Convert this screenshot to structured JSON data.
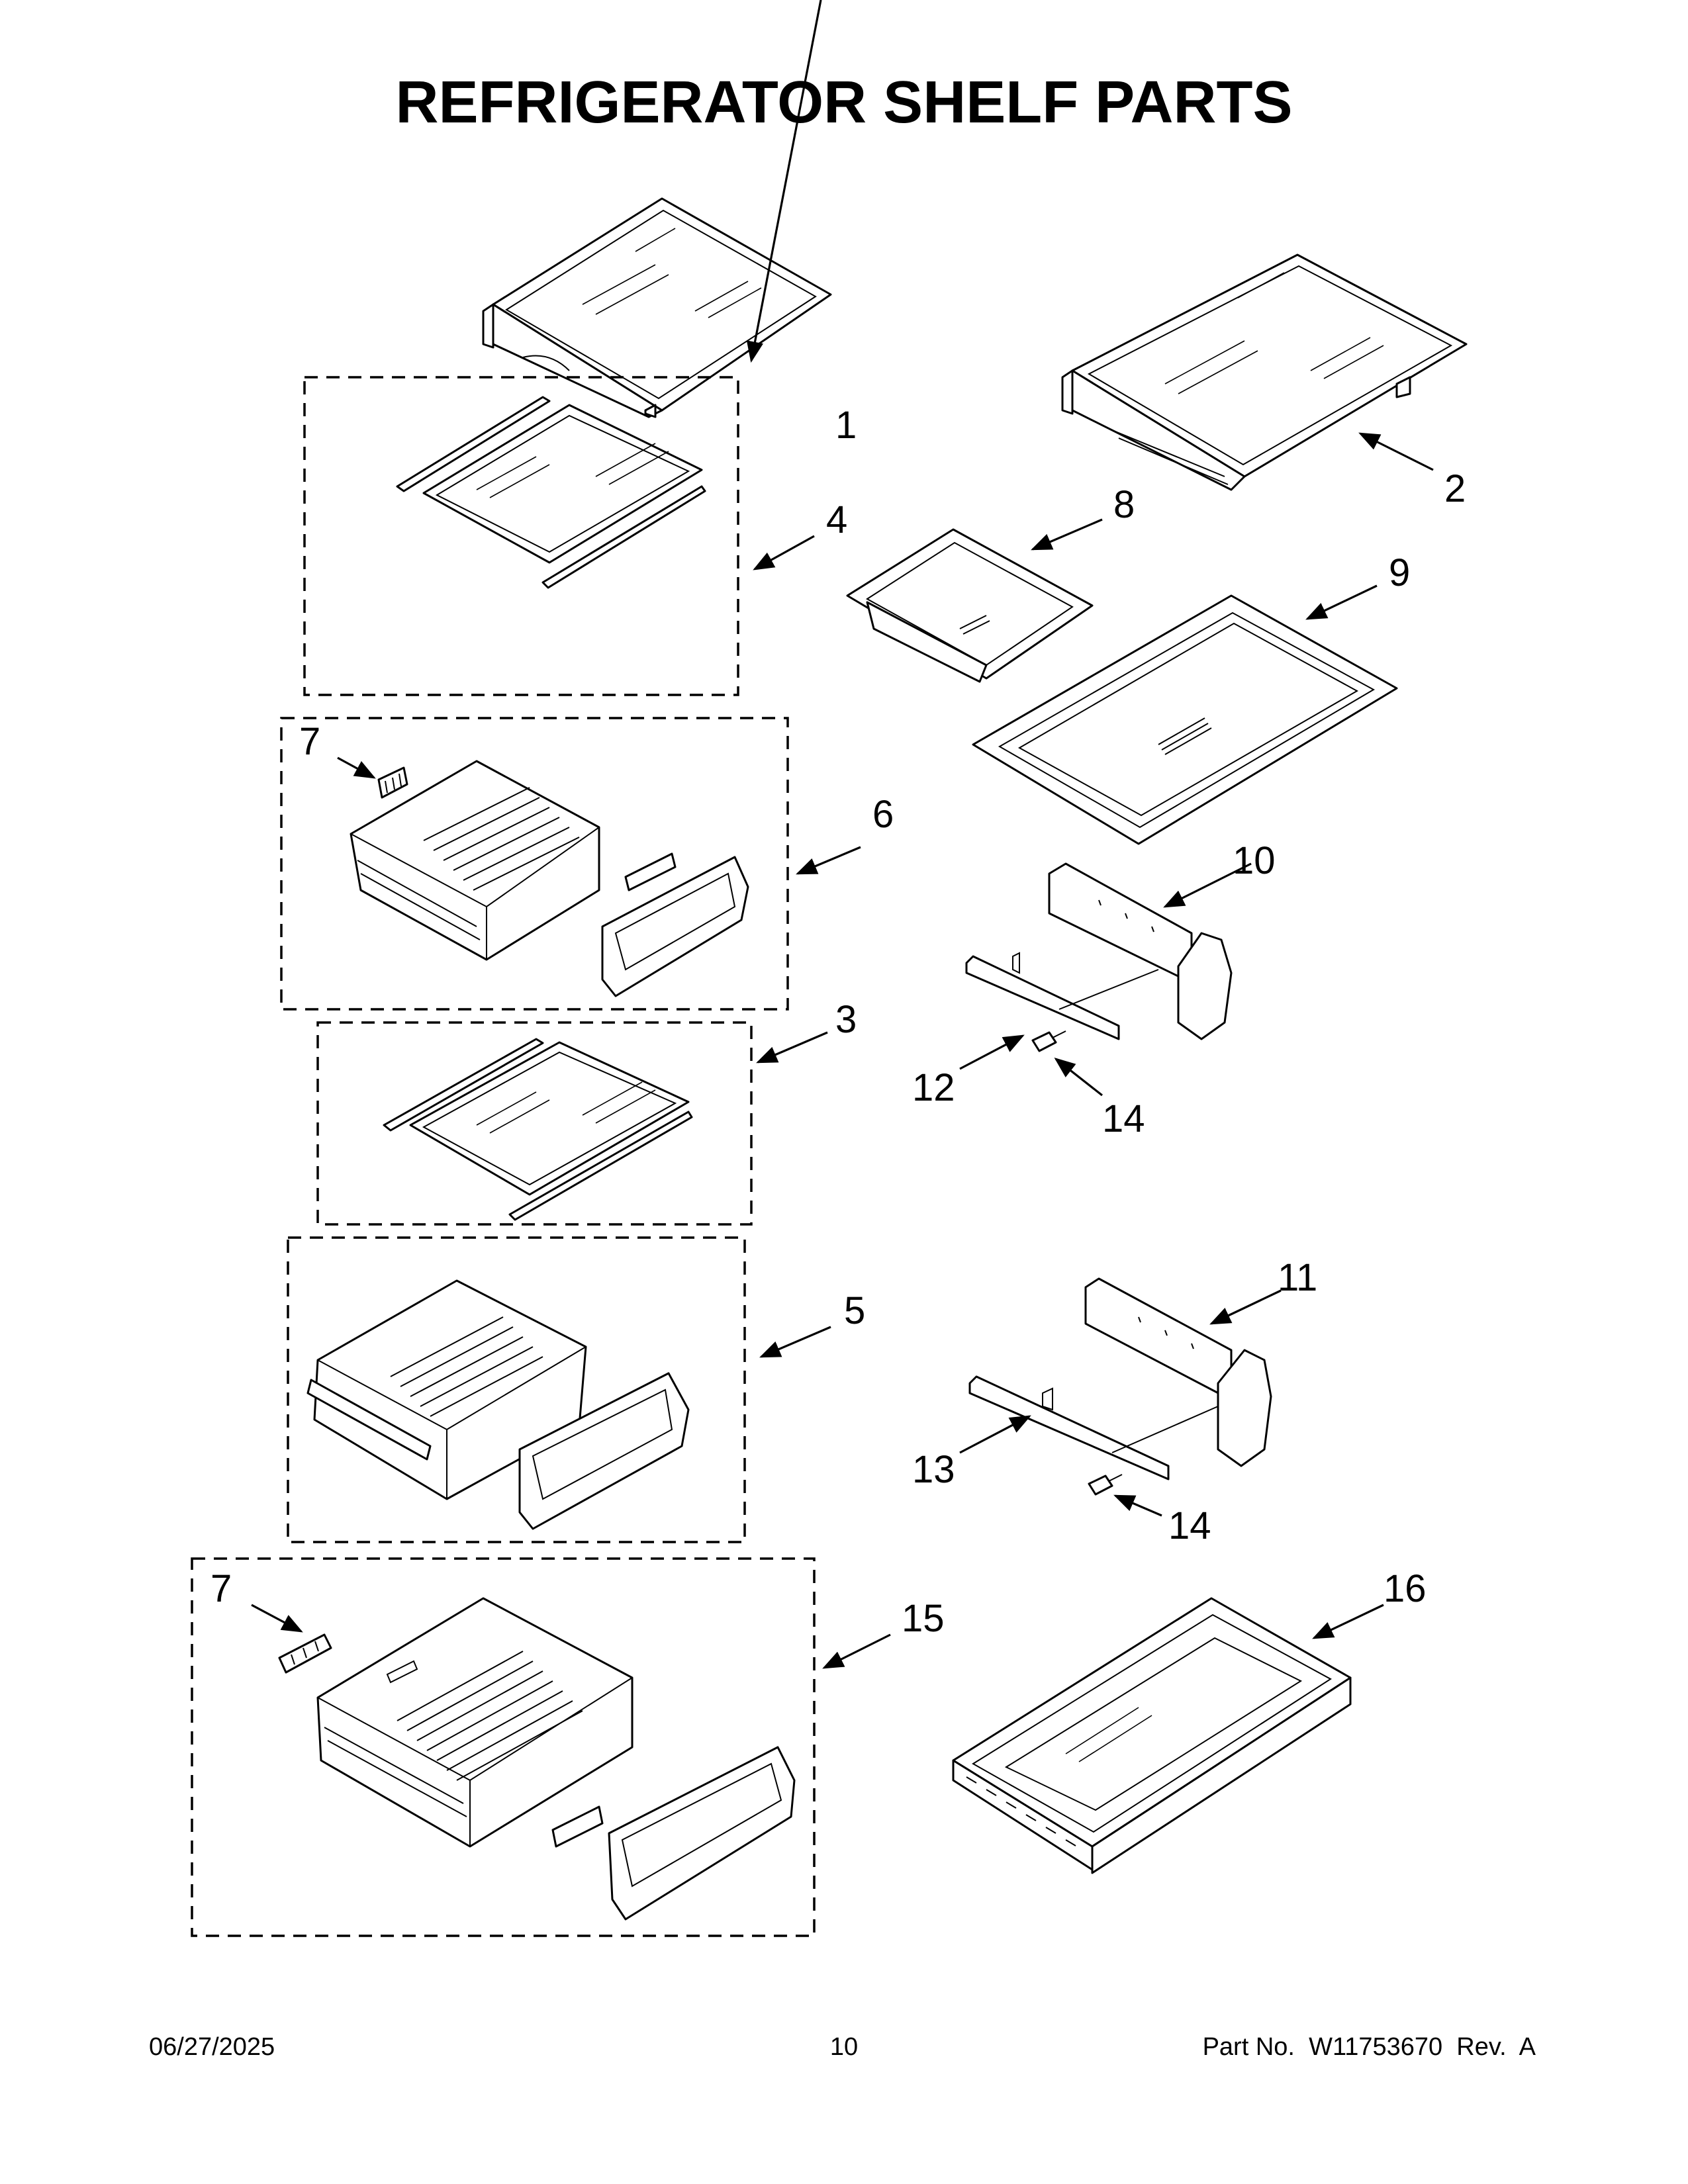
{
  "page": {
    "title": "REFRIGERATOR SHELF PARTS",
    "date": "06/27/2025",
    "page_number": "10",
    "part_number": "Part No.  W11753670  Rev.  A"
  },
  "callouts": {
    "c1": "1",
    "c2": "2",
    "c3": "3",
    "c4": "4",
    "c5": "5",
    "c6": "6",
    "c7a": "7",
    "c7b": "7",
    "c8": "8",
    "c9": "9",
    "c10": "10",
    "c11": "11",
    "c12": "12",
    "c13": "13",
    "c14a": "14",
    "c14b": "14",
    "c15": "15",
    "c16": "16"
  }
}
